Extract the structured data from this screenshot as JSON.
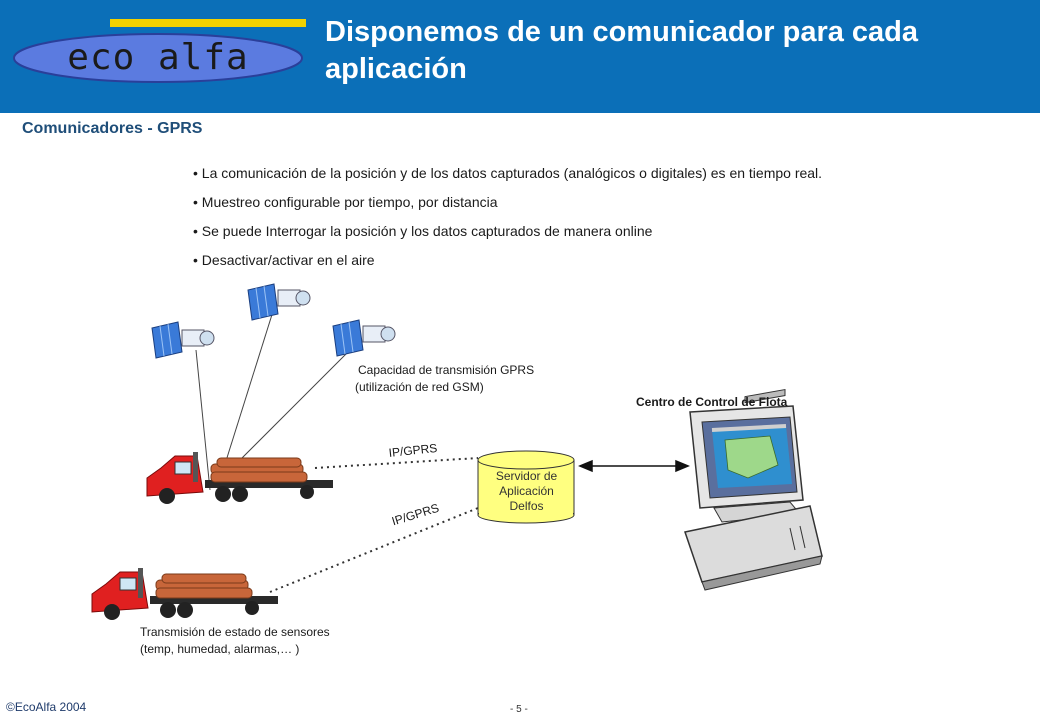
{
  "header": {
    "logo_text": "eco alfa",
    "title": "Disponemos de un comunicador para cada aplicación",
    "brand_color": "#0b6fb8",
    "accent_color": "#f2d100"
  },
  "section": {
    "title": "Comunicadores - GPRS"
  },
  "bullets": [
    "La comunicación de la posición y de los datos capturados (analógicos o digitales) es en tiempo real.",
    "Muestreo configurable por tiempo, por distancia",
    " Se puede Interrogar la posición y los datos capturados de manera online",
    "Desactivar/activar  en el aire"
  ],
  "diagram": {
    "gprs_capacity_line1": "Capacidad de transmisión GPRS",
    "gprs_capacity_line2": "(utilización de red GSM)",
    "control_center": "Centro  de Control  de Flota",
    "link_label_top": "IP/GPRS",
    "link_label_bottom": "IP/GPRS",
    "server_line1": "Servidor de",
    "server_line2": "Aplicación",
    "server_line3": "Delfos",
    "sensors_line1": "Transmisión  de estado de sensores",
    "sensors_line2": "(temp, humedad, alarmas,… )",
    "icons": [
      "satellite-icon",
      "truck-icon",
      "database-icon",
      "computer-icon"
    ]
  },
  "footer": {
    "copyright": "©EcoAlfa 2004",
    "page": "- 5 -"
  }
}
